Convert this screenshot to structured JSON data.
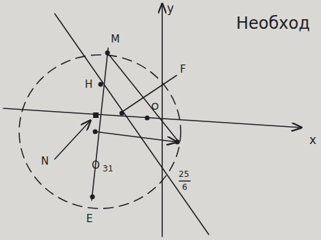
{
  "diagram": {
    "labels": [
      "Необход",
      "y",
      "x",
      "M",
      "H",
      "F",
      "O",
      "N",
      "O",
      "31",
      "25",
      "6",
      "E"
    ]
  }
}
